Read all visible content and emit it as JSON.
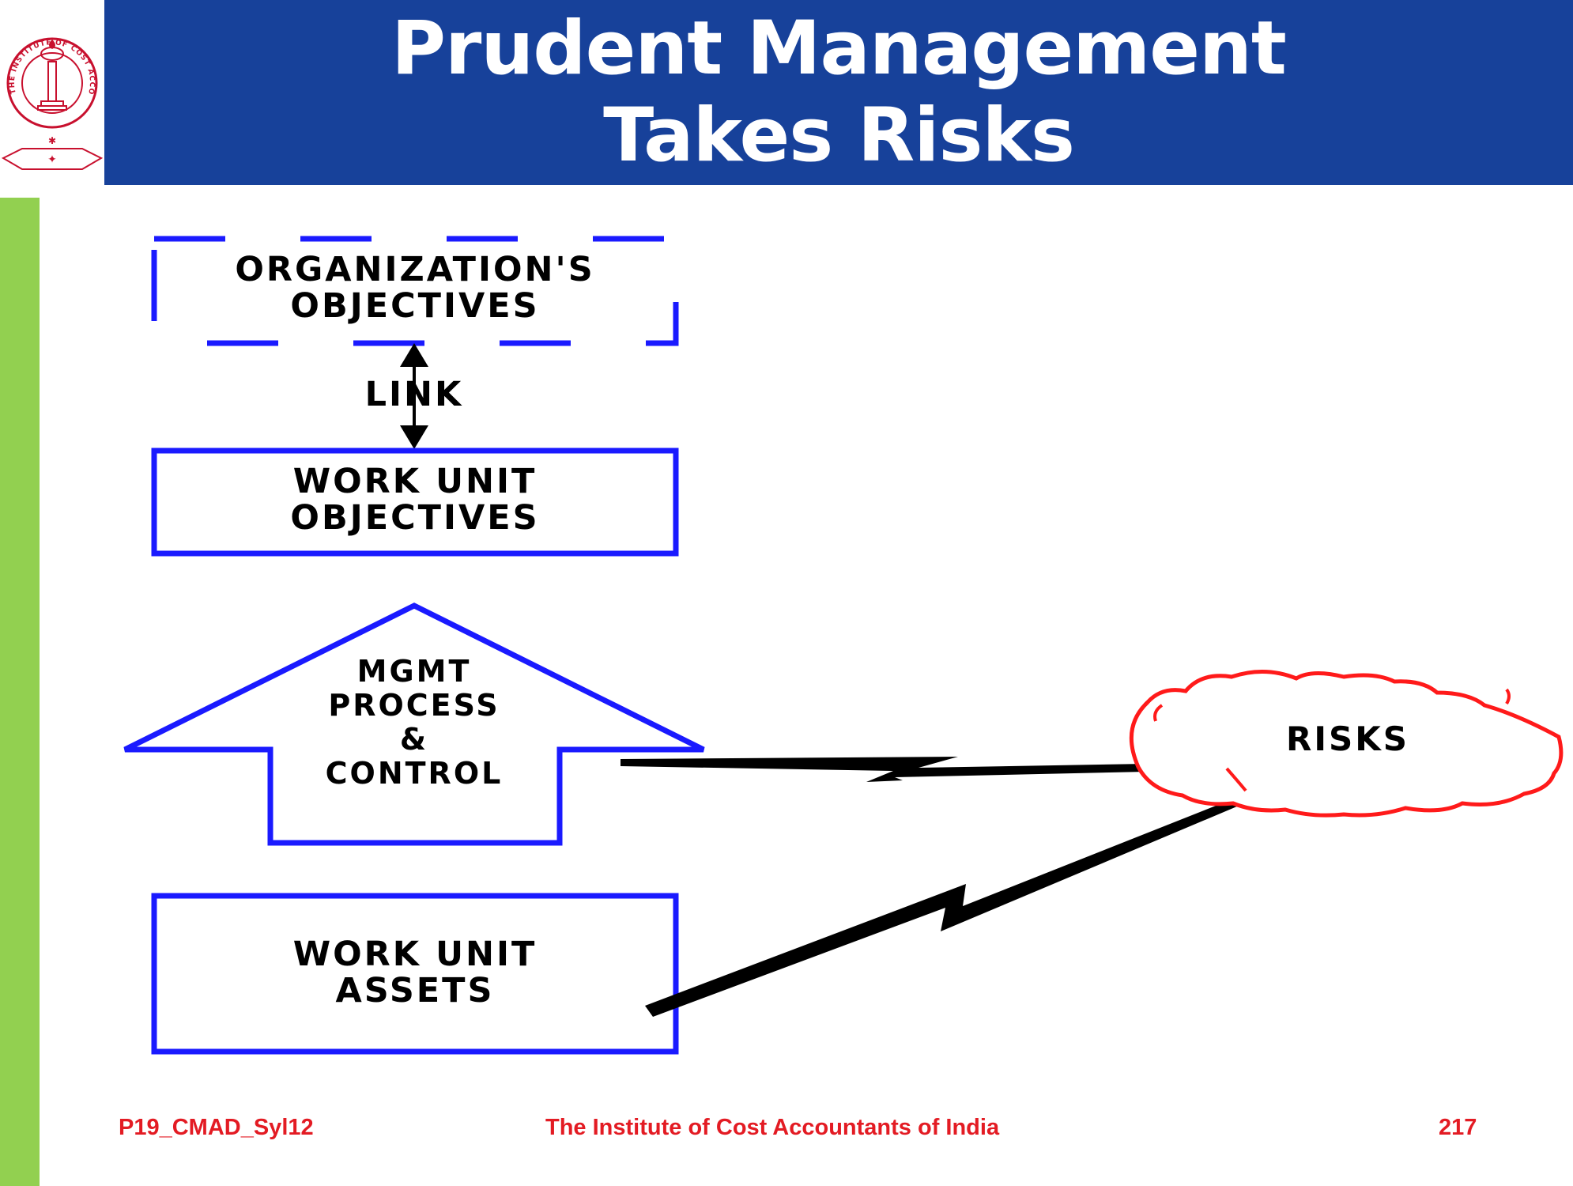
{
  "header": {
    "title_line1": "Prudent Management",
    "title_line2": "Takes Risks",
    "bar_color": "#17419a"
  },
  "logo": {
    "icon": "institute-seal-icon",
    "ring_text": "THE INSTITUTE OF COST ACCOUNTANTS OF INDIA",
    "color": "#c8102e"
  },
  "diagram": {
    "org_objectives": {
      "line1": "ORGANIZATION'S",
      "line2": "OBJECTIVES"
    },
    "link_label": "LINK",
    "work_unit_objectives": {
      "line1": "WORK UNIT",
      "line2": "OBJECTIVES"
    },
    "mgmt_arrow": {
      "line1": "MGMT",
      "line2": "PROCESS",
      "line3": "&",
      "line4": "CONTROL"
    },
    "risks_label": "RISKS",
    "work_unit_assets": {
      "line1": "WORK UNIT",
      "line2": "ASSETS"
    },
    "colors": {
      "box_border": "#1a1aff",
      "cloud_border": "#ff1a1a",
      "bolt": "#000000"
    }
  },
  "footer": {
    "left": "P19_CMAD_Syl12",
    "center": "The Institute of Cost Accountants of India",
    "page_number": "217",
    "color": "#e31b23"
  },
  "side_bar_color": "#92d050"
}
